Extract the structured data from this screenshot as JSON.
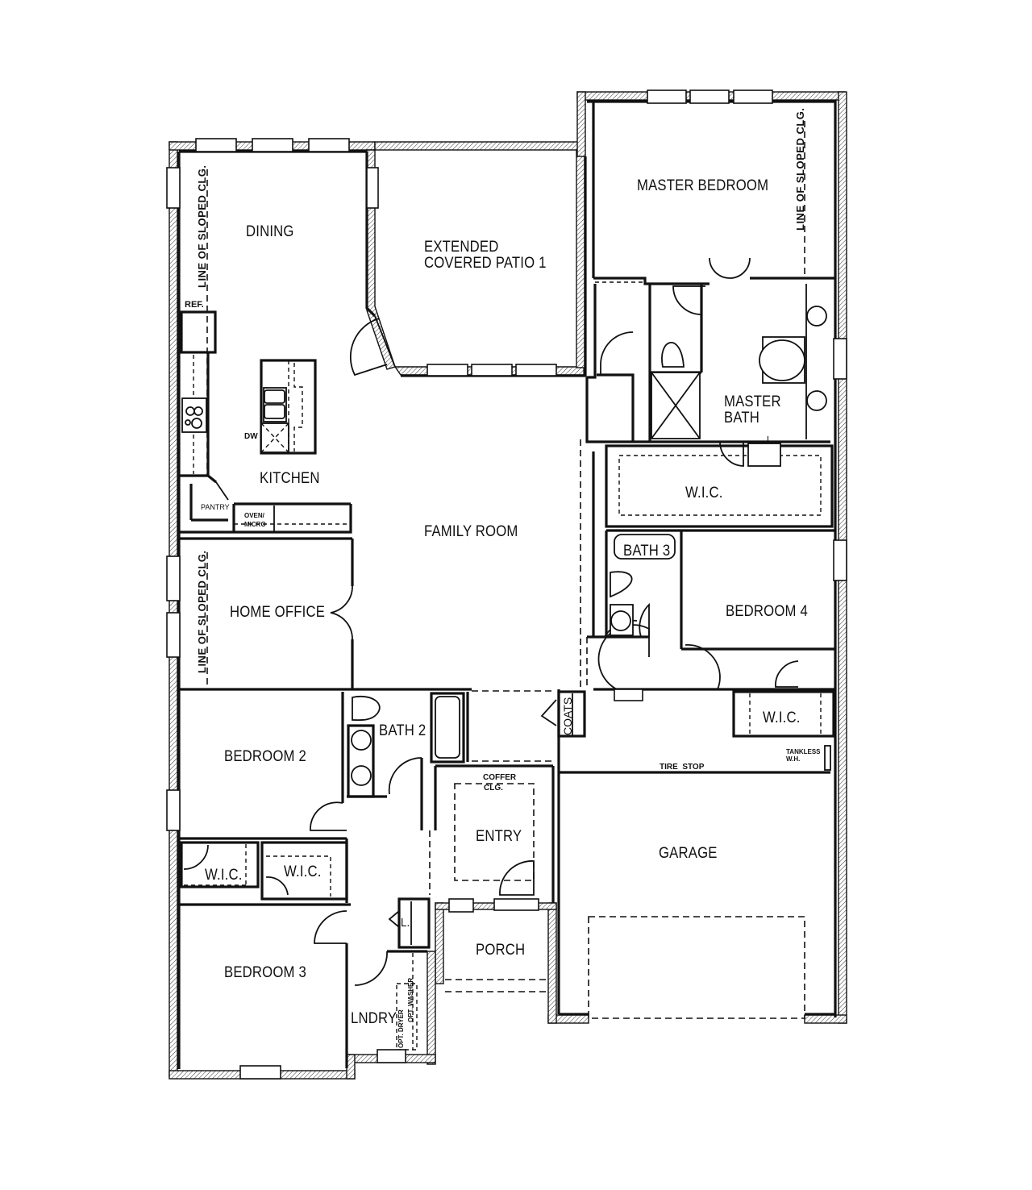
{
  "plan": {
    "rooms": {
      "dining": "DINING",
      "patio": [
        "EXTENDED",
        "COVERED PATIO 1"
      ],
      "master_bedroom": "MASTER BEDROOM",
      "kitchen": "KITCHEN",
      "family_room": "FAMILY ROOM",
      "master_bath": [
        "MASTER",
        "BATH"
      ],
      "master_wic": "W.I.C.",
      "bath3": "BATH 3",
      "bedroom4": "BEDROOM 4",
      "home_office": "HOME OFFICE",
      "bedroom2": "BEDROOM 2",
      "bath2": "BATH 2",
      "bedroom4_wic": "W.I.C.",
      "entry": "ENTRY",
      "garage": "GARAGE",
      "bed2_wic": "W.I.C.",
      "bed3_wic": "W.I.C.",
      "porch": "PORCH",
      "bedroom3": "BEDROOM 3",
      "laundry": "LNDRY"
    },
    "annotations": {
      "sloped_ceiling": "LINE OF SLOPED CLG.",
      "ref": "REF.",
      "dw": "DW",
      "pantry": "PANTRY",
      "oven_micro": [
        "OVEN/",
        "MICRO"
      ],
      "coats": "COATS",
      "coffer": [
        "COFFER",
        "CLG."
      ],
      "tire_stop": "TIRE  STOP",
      "tankless": [
        "TANKLESS",
        "W.H."
      ],
      "linen": "L.",
      "opt_washer": "OPT. WASHER",
      "opt_dryer": "OPT. DRYER"
    }
  }
}
